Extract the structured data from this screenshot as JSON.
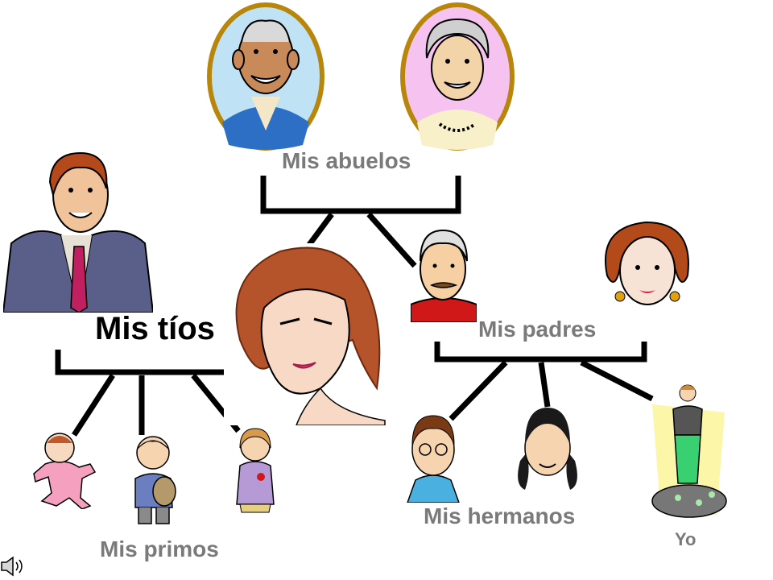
{
  "labels": {
    "grandparents": "Mis abuelos",
    "uncles": "Mis tíos",
    "parents": "Mis padres",
    "siblings": "Mis hermanos",
    "cousins": "Mis primos",
    "me": "Yo"
  },
  "colors": {
    "label_grey": "#7a7a7a",
    "frame_gold": "#b8860b",
    "line": "#000000"
  },
  "icons": [
    "speaker-icon"
  ]
}
